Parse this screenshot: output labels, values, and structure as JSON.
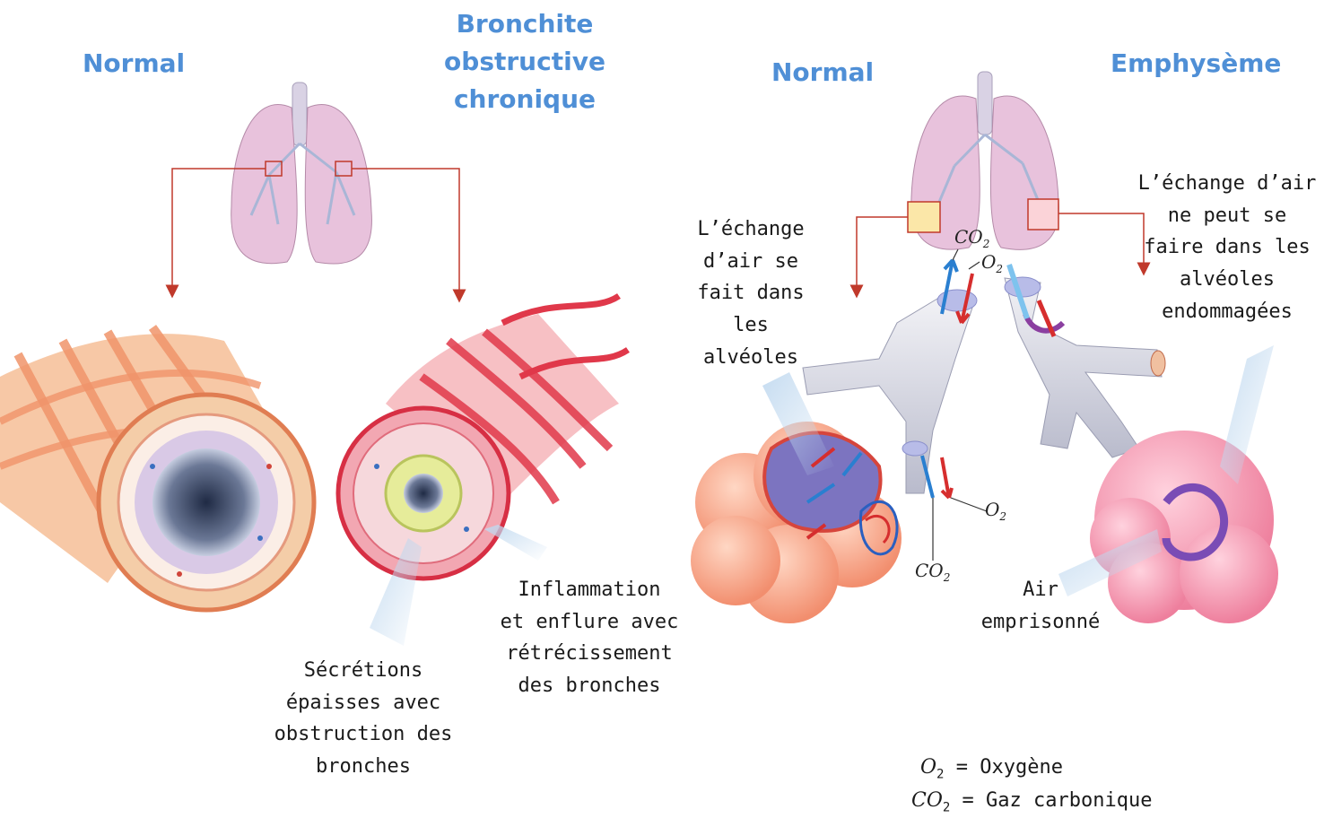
{
  "titles": {
    "normal_left": "Normal",
    "bronchitis": [
      "Bronchite",
      "obstructive",
      "chronique"
    ],
    "normal_right": "Normal",
    "emphysema": "Emphysème"
  },
  "labels": {
    "secretions": [
      "Sécrétions",
      "épaisses avec",
      "obstruction des",
      "bronches"
    ],
    "inflammation": [
      "Inflammation",
      "et enflure avec",
      "rétrécissement",
      "des bronches"
    ],
    "exchange_ok": [
      "L’échange",
      "d’air se",
      "fait dans",
      "les alvéoles"
    ],
    "exchange_bad": [
      "L’échange d’air",
      "ne peut se",
      "faire dans les",
      "alvéoles",
      "endommagées"
    ],
    "trapped_air": [
      "Air",
      "emprisonné"
    ]
  },
  "gas_labels": {
    "co2_top": "CO",
    "o2_top": "O",
    "o2_mid": "O",
    "co2_bottom": "CO",
    "sub_2": "2"
  },
  "legend": {
    "o2_symbol": "O",
    "o2_sub": "2",
    "o2_text": " = Oxygène",
    "co2_symbol": "CO",
    "co2_sub": "2",
    "co2_text": " = Gaz carbonique"
  },
  "colors": {
    "title_blue": "#4f8fd6",
    "pointer_red": "#c0392b",
    "muscle_orange": "#f0946a",
    "inflamed_red": "#e0384a",
    "lung_pink": "#e8c2dc",
    "alveoli_peach": "#f7a58a",
    "emphysema_pink": "#f49bb4",
    "arrow_blue": "#2a7fd0",
    "arrow_red": "#d62e2e"
  }
}
